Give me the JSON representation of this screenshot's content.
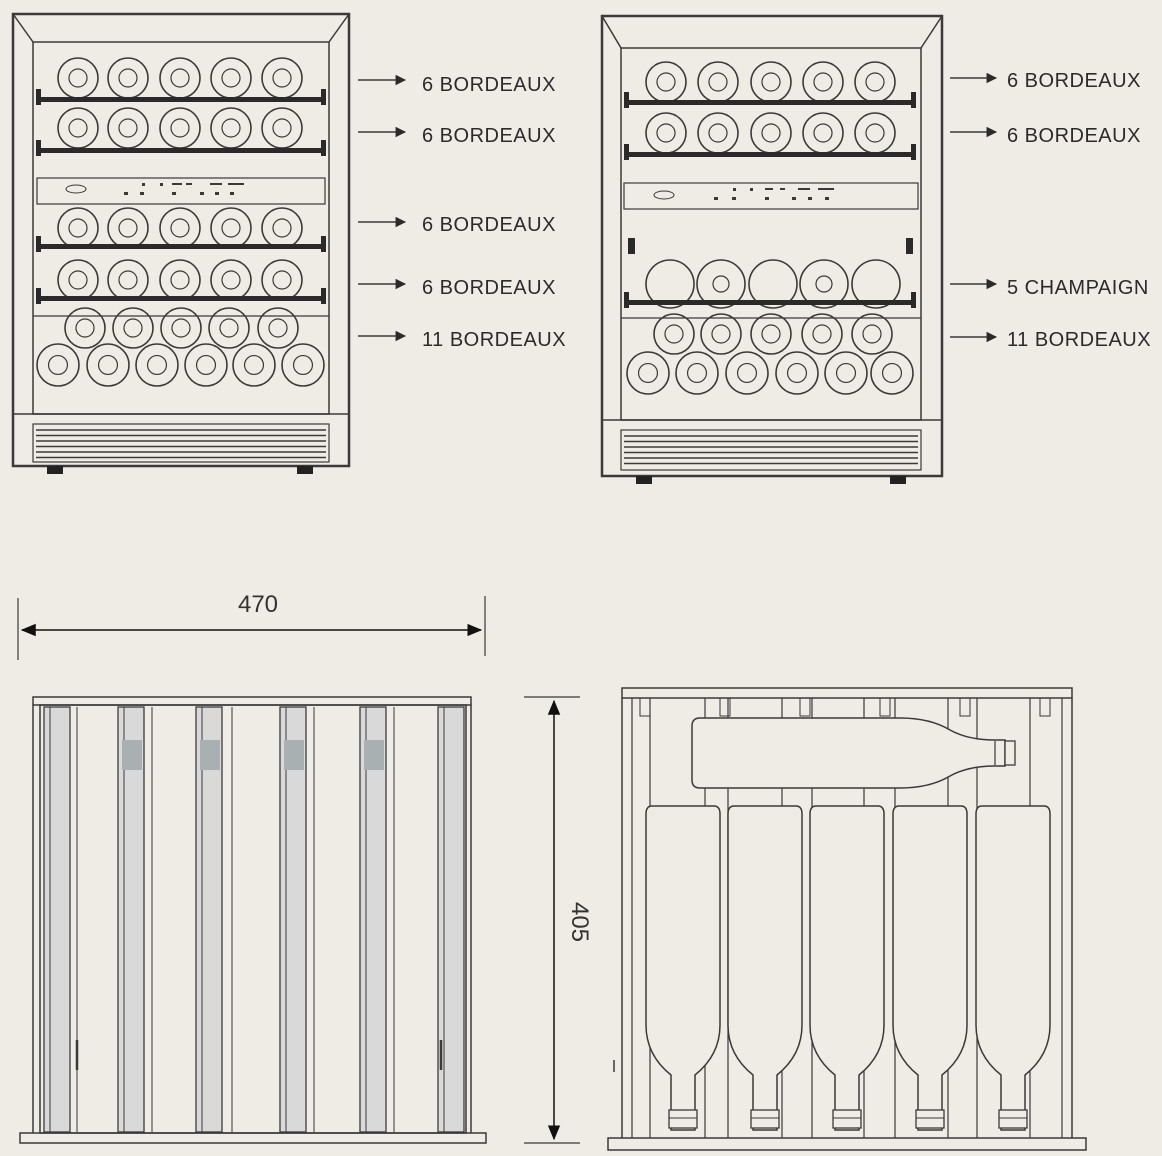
{
  "left_cabinet": {
    "shelf_labels": [
      "6 BORDEAUX",
      "6 BORDEAUX",
      "6 BORDEAUX",
      "6 BORDEAUX",
      "11 BORDEAUX"
    ]
  },
  "right_cabinet": {
    "shelf_labels": [
      "6 BORDEAUX",
      "6 BORDEAUX",
      "5 CHAMPAIGN",
      "11 BORDEAUX"
    ]
  },
  "dimensions": {
    "width_label": "470",
    "depth_label": "405"
  },
  "colors": {
    "background": "#efebe5",
    "line": "#3a3a3a",
    "rail": "#d9d9d9"
  }
}
